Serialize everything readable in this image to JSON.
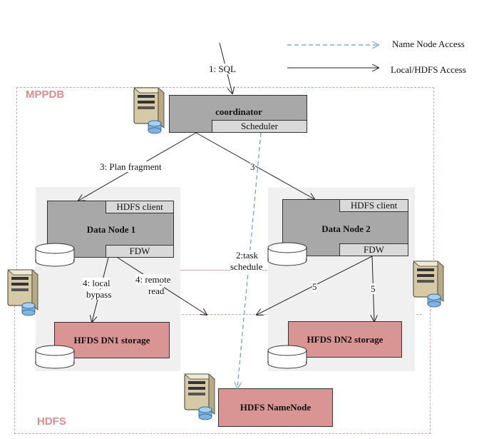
{
  "legend": {
    "name_node_access": "Name Node Access",
    "local_hdfs_access": "Local/HDFS Access"
  },
  "regions": {
    "mppdb": "MPPDB",
    "hdfs": "HDFS"
  },
  "coordinator": {
    "title": "coordinator",
    "scheduler": "Scheduler"
  },
  "data_node_1": {
    "title": "Data Node 1",
    "hdfs_client": "HDFS client",
    "fdw": "FDW"
  },
  "data_node_2": {
    "title": "Data Node 2",
    "hdfs_client": "HDFS client",
    "fdw": "FDW"
  },
  "storage": {
    "dn1": "HFDS DN1 storage",
    "dn2": "HFDS DN2 storage",
    "namenode": "HDFS NameNode"
  },
  "edges": {
    "sql": "1: SQL",
    "plan_fragment": "3: Plan fragment",
    "three": "3",
    "task_schedule_1": "2:task",
    "task_schedule_2": "schedule",
    "local_bypass_1": "4: local",
    "local_bypass_2": "bypass",
    "remote_read_1": "4: remote",
    "remote_read_2": "read",
    "five_a": "5",
    "five_b": "5"
  },
  "colors": {
    "region_border": "#d9a3a3",
    "region_label": "#d88e8e",
    "node_fill": "#a8a8a8",
    "subbox_fill": "#d9d9d9",
    "storage_fill": "#d99594",
    "namenode_arrow": "#6f97cc"
  }
}
